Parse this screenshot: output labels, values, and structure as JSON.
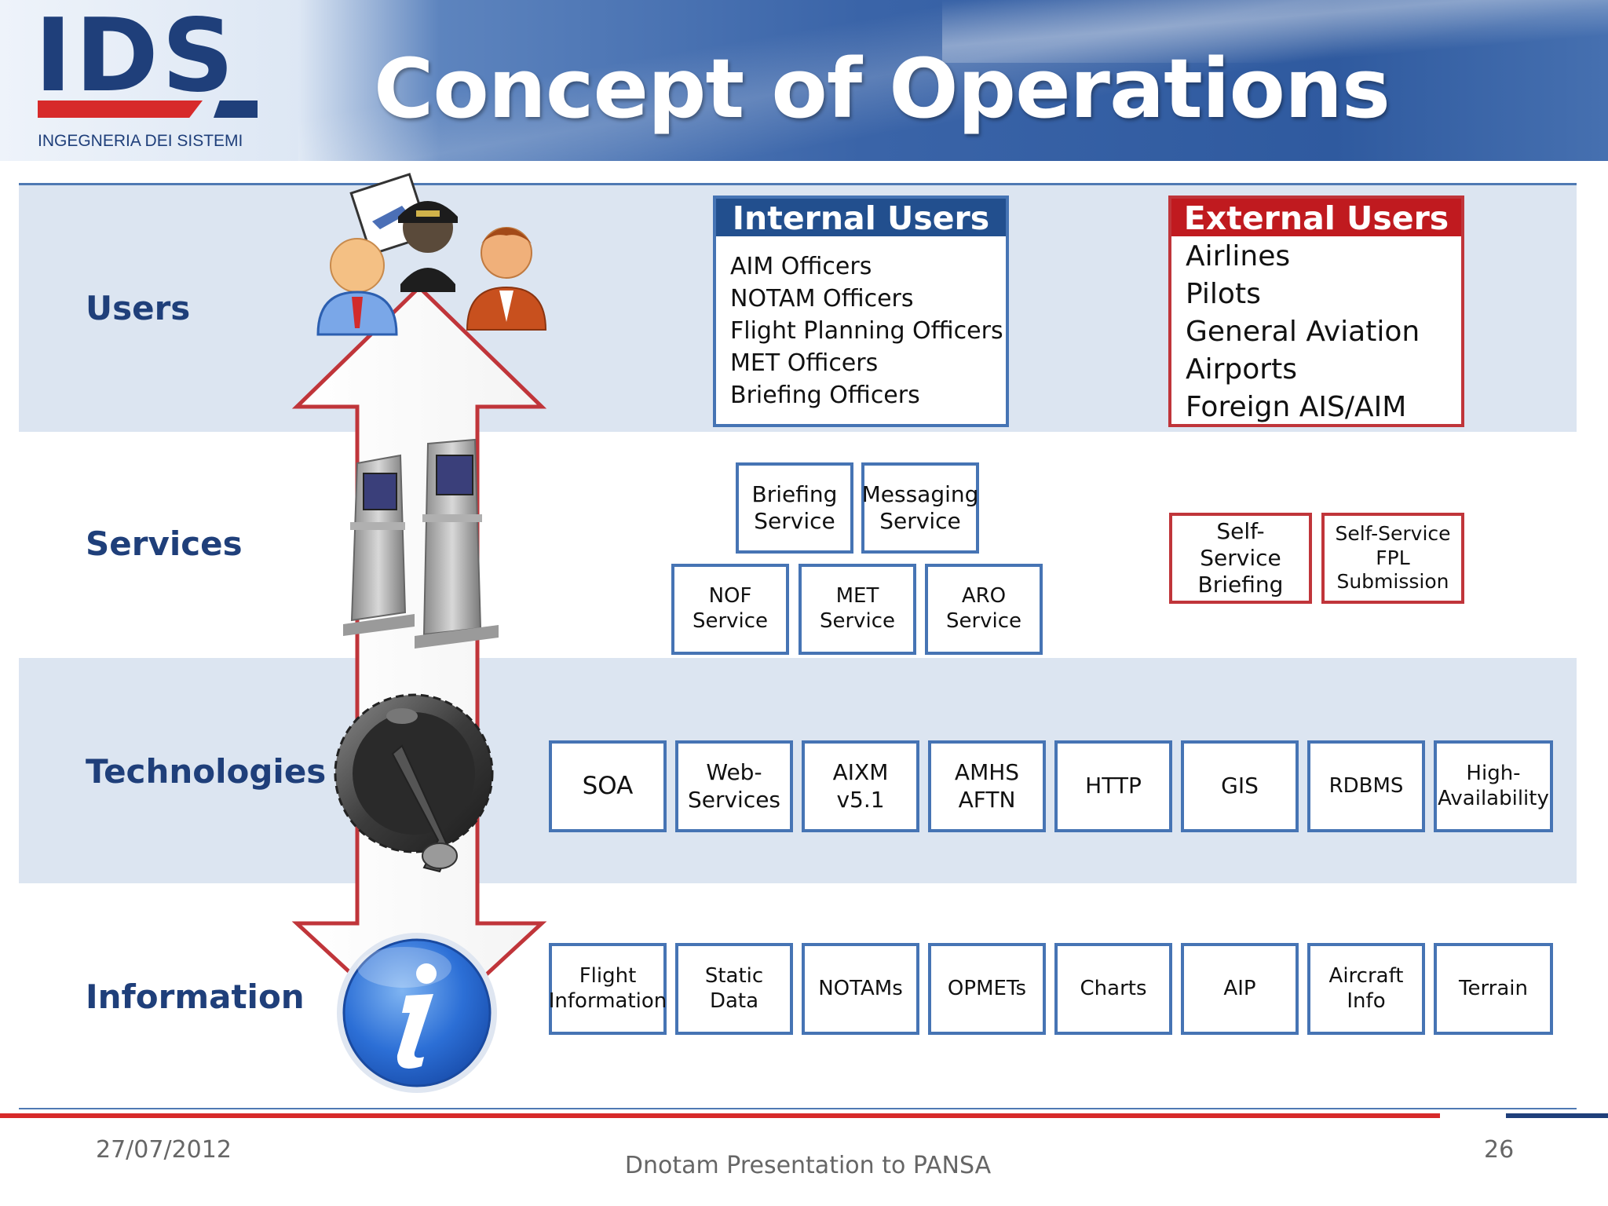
{
  "header": {
    "logo": {
      "wordmark": "IDS",
      "tagline": "INGEGNERIA DEI SISTEMI"
    },
    "title": "Concept of Operations"
  },
  "layers": {
    "users": "Users",
    "services": "Services",
    "technologies": "Technologies",
    "information": "Information"
  },
  "internal_users": {
    "title": "Internal Users",
    "items": [
      "AIM Officers",
      "NOTAM Officers",
      "Flight Planning Officers",
      "MET Officers",
      "Briefing Officers"
    ]
  },
  "external_users": {
    "title": "External Users",
    "items": [
      "Airlines",
      "Pilots",
      "General Aviation",
      "Airports",
      "Foreign AIS/AIM"
    ]
  },
  "services": {
    "internal": [
      "Briefing\nService",
      "Messaging\nService",
      "NOF\nService",
      "MET\nService",
      "ARO\nService"
    ],
    "external": [
      "Self-\nService\nBriefing",
      "Self-Service\nFPL\nSubmission"
    ]
  },
  "technologies": [
    "SOA",
    "Web-\nServices",
    "AIXM\nv5.1",
    "AMHS\nAFTN",
    "HTTP",
    "GIS",
    "RDBMS",
    "High-\nAvailability"
  ],
  "information": [
    "Flight\nInformation",
    "Static\nData",
    "NOTAMs",
    "OPMETs",
    "Charts",
    "AIP",
    "Aircraft\nInfo",
    "Terrain"
  ],
  "footer": {
    "date": "27/07/2012",
    "caption": "Dnotam Presentation to PANSA",
    "page": "26"
  },
  "colors": {
    "brand_blue": "#1f3f7a",
    "box_blue": "#4674b4",
    "box_red": "#c0353a",
    "band": "#dce5f1",
    "arrow_outline": "#c0353a"
  }
}
